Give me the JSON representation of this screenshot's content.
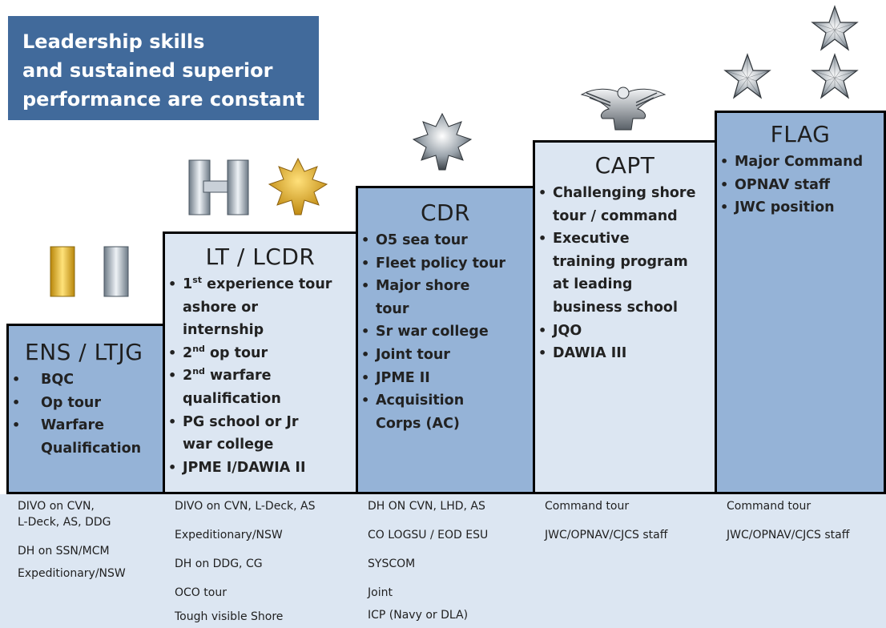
{
  "banner": {
    "lines": [
      "Leadership skills",
      "and sustained superior",
      "performance are constant"
    ],
    "color": "#416a9b"
  },
  "colors": {
    "dark_step": "#95b3d7",
    "light_step": "#dce6f2"
  },
  "steps": {
    "ens": {
      "title": "ENS / LTJG",
      "items": [
        "BQC",
        "Op tour",
        "Warfare",
        "Qualification"
      ]
    },
    "lt": {
      "title": "LT / LCDR",
      "items": [
        "1",
        "st",
        " experience tour",
        "ashore or",
        "internship",
        "2",
        "nd",
        " op tour",
        "2",
        "nd",
        " warfare",
        "qualification",
        "PG school or Jr",
        "war college",
        "JPME I/DAWIA II"
      ]
    },
    "cdr": {
      "title": "CDR",
      "items": [
        "O5 sea tour",
        "Fleet policy tour",
        "Major shore",
        "tour",
        "Sr war college",
        "Joint tour",
        "JPME II",
        "Acquisition",
        "Corps (AC)"
      ]
    },
    "capt": {
      "title": "CAPT",
      "items": [
        "Challenging shore",
        "tour / command",
        "Executive",
        "training program",
        "at leading",
        "business school",
        "JQO",
        "DAWIA III"
      ]
    },
    "flag": {
      "title": "FLAG",
      "items": [
        "Major Command",
        "OPNAV staff",
        "JWC position"
      ]
    }
  },
  "billets": {
    "ens": [
      "DIVO on CVN,",
      "L-Deck, AS, DDG",
      "DH on SSN/MCM",
      "Expeditionary/NSW"
    ],
    "lt": [
      "DIVO on  CVN, L-Deck, AS",
      "Expeditionary/NSW",
      "DH on DDG, CG",
      "OCO tour",
      "Tough visible  Shore"
    ],
    "cdr": [
      "DH ON CVN, LHD, AS",
      "CO LOGSU / EOD ESU",
      "SYSCOM",
      "Joint",
      "ICP (Navy or DLA)"
    ],
    "capt": [
      "Command tour",
      "JWC/OPNAV/CJCS staff"
    ],
    "flag": [
      "Command tour",
      "JWC/OPNAV/CJCS staff"
    ]
  },
  "insignia": {
    "ens": "gold-bar-icon",
    "ltjg": "silver-bar-icon",
    "lt": "double-silver-bar-icon",
    "lcdr": "gold-oak-leaf-icon",
    "cdr": "silver-oak-leaf-icon",
    "capt": "silver-eagle-icon",
    "flag": "silver-star-icon"
  }
}
